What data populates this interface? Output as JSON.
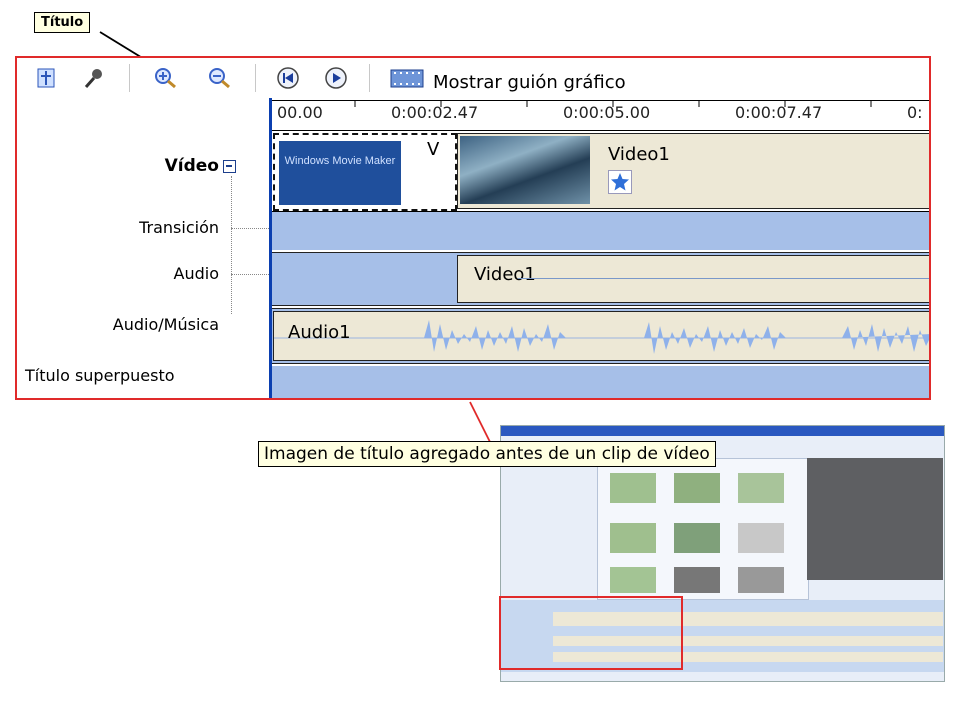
{
  "callouts": {
    "titulo": "Título",
    "imagen": "Imagen de título agregado antes de un clip de vídeo"
  },
  "toolbar": {
    "storyboard_label": "Mostrar guión gráfico"
  },
  "ruler": {
    "ticks": [
      "00.00",
      "0:00:02.47",
      "0:00:05.00",
      "0:00:07.47",
      "0:"
    ]
  },
  "tracks": {
    "video_label": "Vídeo",
    "transition_label": "Transición",
    "audio_label": "Audio",
    "audio_music_label": "Audio/Música",
    "title_overlay_label": "Título superpuesto"
  },
  "clips": {
    "title_clip_text": "Windows Movie Maker",
    "title_clip_letter": "V",
    "video_clip": "Video1",
    "audio_clip": "Video1",
    "music_clip": "Audio1"
  },
  "colors": {
    "frame_red": "#e02a2a",
    "track_blue": "#a6bfe8",
    "clip_bg": "#ede8d6",
    "callout_bg": "#ffffe1"
  }
}
